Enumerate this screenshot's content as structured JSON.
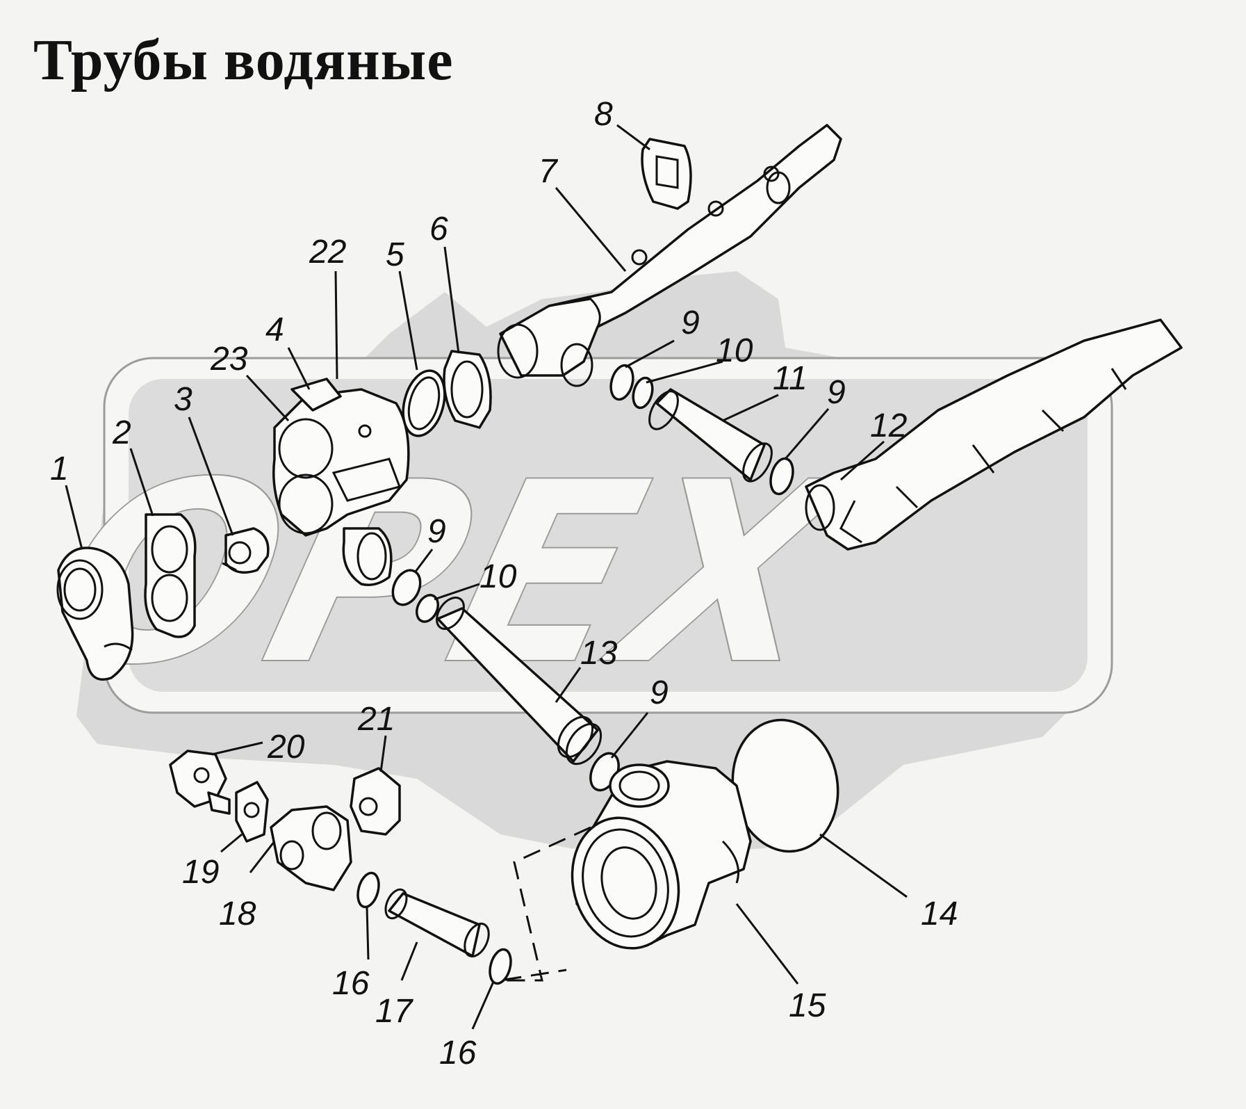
{
  "title": "Трубы водяные",
  "watermark": {
    "text": "OPEX",
    "color": "#d9d9d9"
  },
  "callouts": [
    {
      "id": "c1",
      "label": "1"
    },
    {
      "id": "c2",
      "label": "2"
    },
    {
      "id": "c3",
      "label": "3"
    },
    {
      "id": "c4",
      "label": "4"
    },
    {
      "id": "c5",
      "label": "5"
    },
    {
      "id": "c6",
      "label": "6"
    },
    {
      "id": "c7",
      "label": "7"
    },
    {
      "id": "c8",
      "label": "8"
    },
    {
      "id": "c9a",
      "label": "9"
    },
    {
      "id": "c10a",
      "label": "10"
    },
    {
      "id": "c11",
      "label": "11"
    },
    {
      "id": "c9b",
      "label": "9"
    },
    {
      "id": "c12",
      "label": "12"
    },
    {
      "id": "c9c",
      "label": "9"
    },
    {
      "id": "c10b",
      "label": "10"
    },
    {
      "id": "c13",
      "label": "13"
    },
    {
      "id": "c9d",
      "label": "9"
    },
    {
      "id": "c14",
      "label": "14"
    },
    {
      "id": "c15",
      "label": "15"
    },
    {
      "id": "c16a",
      "label": "16"
    },
    {
      "id": "c16b",
      "label": "16"
    },
    {
      "id": "c17",
      "label": "17"
    },
    {
      "id": "c18",
      "label": "18"
    },
    {
      "id": "c19",
      "label": "19"
    },
    {
      "id": "c20",
      "label": "20"
    },
    {
      "id": "c21",
      "label": "21"
    },
    {
      "id": "c22",
      "label": "22"
    },
    {
      "id": "c23",
      "label": "23"
    }
  ]
}
